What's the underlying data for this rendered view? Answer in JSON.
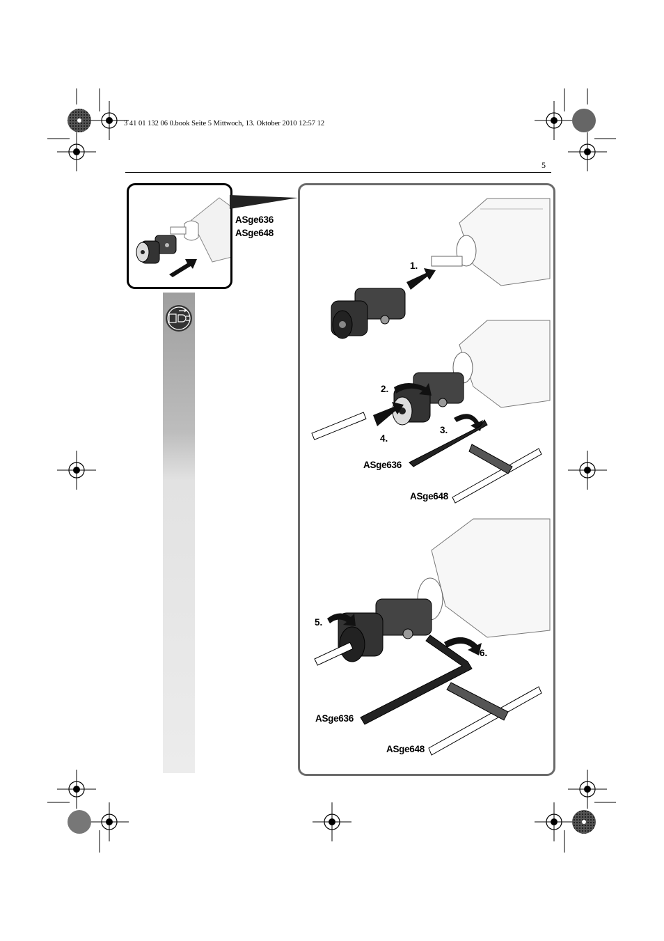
{
  "header": {
    "file_info": "3 41 01 132 06 0.book  Seite 5  Mittwoch, 13. Oktober 2010  12:57 12",
    "page_number": "5"
  },
  "inset": {
    "models": [
      "ASge636",
      "ASge648"
    ]
  },
  "figure": {
    "steps": [
      "1.",
      "2.",
      "3.",
      "4.",
      "5.",
      "6."
    ],
    "wrench_labels_top": [
      "ASge636",
      "ASge648"
    ],
    "wrench_labels_bottom": [
      "ASge636",
      "ASge648"
    ]
  },
  "colors": {
    "panel_border": "#6a6a6a",
    "sidebar_gray": "#bdbdbd",
    "ink": "#000000"
  },
  "icons": [
    "registration-mark-icon",
    "color-calibration-disc-icon",
    "plug-icon",
    "push-arrow-icon",
    "rotate-arrow-icon"
  ]
}
